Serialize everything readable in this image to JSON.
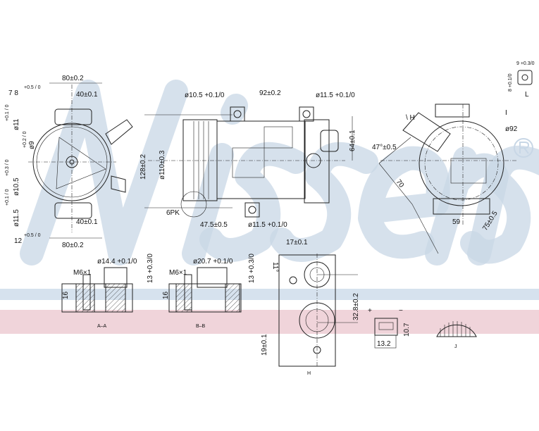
{
  "watermark": {
    "brand": "Nissens",
    "registered": "®",
    "colors": {
      "blue": "#c8d7e6",
      "pink": "#f0d4da",
      "band_blue": "#d6e2ee"
    }
  },
  "front_view": {
    "labels": [
      "80±0.2",
      "40±0.1",
      "40±0.1",
      "80±0.2"
    ],
    "tol": [
      {
        "value": "7 8",
        "tol": "+0.5 / 0"
      },
      {
        "value": "ø11",
        "tol": "+0.1 / 0"
      },
      {
        "value": "ø9",
        "tol": "+0.2 / 0"
      },
      {
        "value": "ø10.5",
        "tol": "+0.3 / 0"
      },
      {
        "value": "ø11.5",
        "tol": "+0.1 / 0"
      },
      {
        "value": "12",
        "tol": "+0.5 / 0"
      }
    ]
  },
  "side_view": {
    "top_left": "ø10.5 +0.1/0",
    "top_mid": "92±0.2",
    "top_right": "ø11.5 +0.1/0",
    "height": "128±0.2",
    "pulley": "ø110±0.3",
    "right": "64±0.1",
    "belt": "6PK",
    "bottom_mid": "47.5±0.5",
    "bottom_right": "ø11.5 +0.1/0"
  },
  "rear_view": {
    "angle": "47°±0.5",
    "len1": "70",
    "len2": "59",
    "len3": "75±0.5",
    "dia": "ø92",
    "ref": "I",
    "ref2": "\\ H"
  },
  "detail_L": {
    "top": "9 +0.3/0",
    "side": "8 +0.1/0",
    "label": "L"
  },
  "section_AA": {
    "thread": "M6×1",
    "dia": "ø14.4 +0.1/0",
    "depth": "13 +0.3/0",
    "height": "16",
    "label": "A–A"
  },
  "section_BB": {
    "thread": "M6×1",
    "dia": "ø20.7 +0.1/0",
    "depth": "13 +0.3/0",
    "height": "16",
    "label": "B–B"
  },
  "view_H": {
    "top": "17±0.1",
    "angle": "11°",
    "center": "32.8±0.2",
    "bottom": "19±0.1",
    "label": "H"
  },
  "connector": {
    "plus": "+",
    "minus": "−",
    "width": "13.2",
    "height": "10.7"
  },
  "detail_J": {
    "label": "J"
  }
}
